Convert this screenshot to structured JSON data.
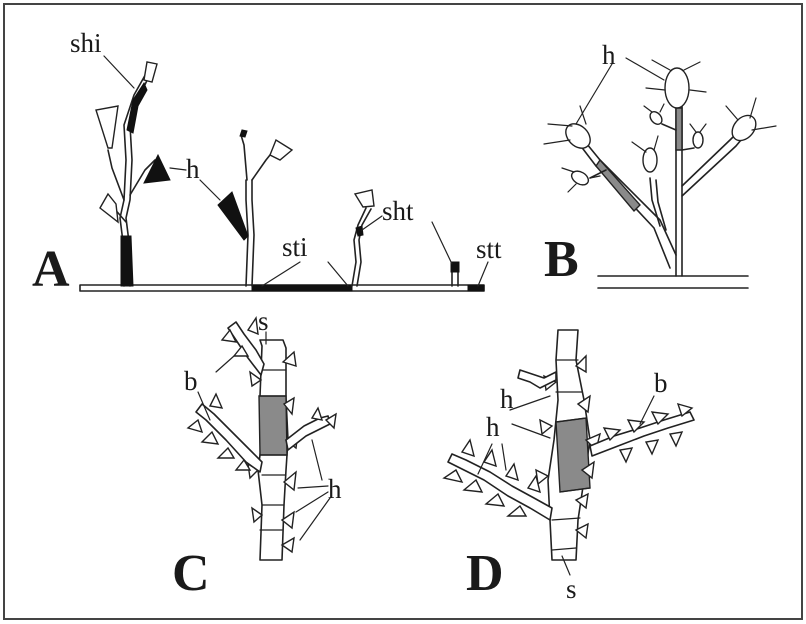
{
  "panels": {
    "a": "A",
    "b": "B",
    "c": "C",
    "d": "D"
  },
  "labels": {
    "shi": "shi",
    "h": "h",
    "sti": "sti",
    "sht": "sht",
    "stt": "stt",
    "s": "s",
    "b": "b"
  },
  "colors": {
    "ink": "#222222",
    "highlight_dark": "#111111",
    "highlight_grey": "#8a8a8a",
    "frame": "#444444"
  }
}
